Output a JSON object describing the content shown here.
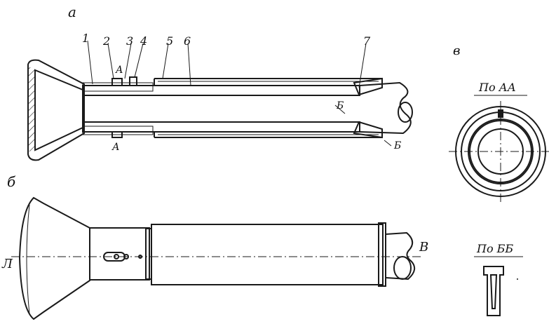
{
  "view_labels": {
    "a": "а",
    "b": "б",
    "v": "в"
  },
  "part_numbers": [
    "1",
    "2",
    "3",
    "4",
    "5",
    "6",
    "7"
  ],
  "section_marks": {
    "a_top": "А",
    "a_bottom": "А",
    "b_mid": "Б",
    "b_right": "Б",
    "left": "Л",
    "right": "В"
  },
  "section_titles": {
    "aa": "По АА",
    "bb": "По ББ"
  }
}
